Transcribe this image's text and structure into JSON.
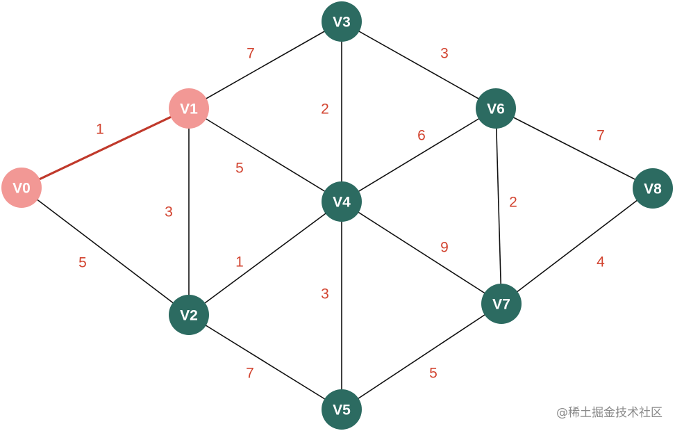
{
  "colors": {
    "node_default": "#2c6b61",
    "node_highlight": "#f29895",
    "edge_default": "#111111",
    "edge_highlight": "#c0392b",
    "weight_label": "#d2432f"
  },
  "nodes": [
    {
      "id": "V0",
      "label": "V0",
      "highlight": true
    },
    {
      "id": "V1",
      "label": "V1",
      "highlight": true
    },
    {
      "id": "V2",
      "label": "V2",
      "highlight": false
    },
    {
      "id": "V3",
      "label": "V3",
      "highlight": false
    },
    {
      "id": "V4",
      "label": "V4",
      "highlight": false
    },
    {
      "id": "V5",
      "label": "V5",
      "highlight": false
    },
    {
      "id": "V6",
      "label": "V6",
      "highlight": false
    },
    {
      "id": "V7",
      "label": "V7",
      "highlight": false
    },
    {
      "id": "V8",
      "label": "V8",
      "highlight": false
    }
  ],
  "edges": [
    {
      "from": "V0",
      "to": "V1",
      "weight": "1",
      "highlight": true
    },
    {
      "from": "V0",
      "to": "V2",
      "weight": "5",
      "highlight": false
    },
    {
      "from": "V1",
      "to": "V3",
      "weight": "7",
      "highlight": false
    },
    {
      "from": "V1",
      "to": "V4",
      "weight": "5",
      "highlight": false
    },
    {
      "from": "V1",
      "to": "V2",
      "weight": "3",
      "highlight": false
    },
    {
      "from": "V2",
      "to": "V4",
      "weight": "1",
      "highlight": false
    },
    {
      "from": "V2",
      "to": "V5",
      "weight": "7",
      "highlight": false
    },
    {
      "from": "V3",
      "to": "V4",
      "weight": "2",
      "highlight": false
    },
    {
      "from": "V3",
      "to": "V6",
      "weight": "3",
      "highlight": false
    },
    {
      "from": "V4",
      "to": "V6",
      "weight": "6",
      "highlight": false
    },
    {
      "from": "V4",
      "to": "V7",
      "weight": "9",
      "highlight": false
    },
    {
      "from": "V4",
      "to": "V5",
      "weight": "3",
      "highlight": false
    },
    {
      "from": "V5",
      "to": "V7",
      "weight": "5",
      "highlight": false
    },
    {
      "from": "V6",
      "to": "V7",
      "weight": "2",
      "highlight": false
    },
    {
      "from": "V6",
      "to": "V8",
      "weight": "7",
      "highlight": false
    },
    {
      "from": "V7",
      "to": "V8",
      "weight": "4",
      "highlight": false
    }
  ],
  "watermark": "@稀土掘金技术社区"
}
